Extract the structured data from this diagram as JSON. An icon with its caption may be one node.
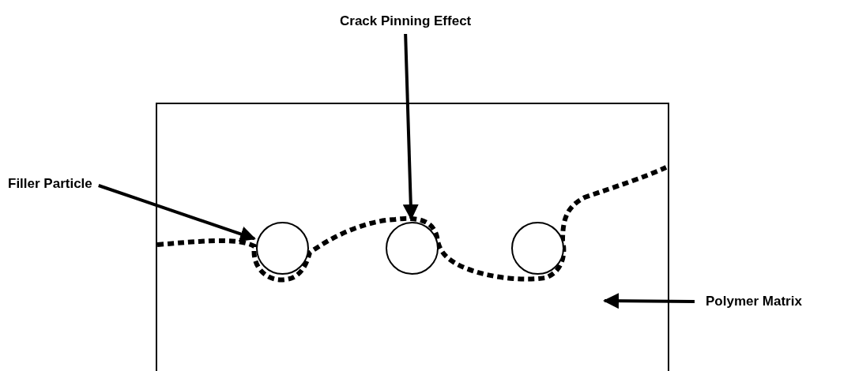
{
  "diagram": {
    "nodes": [
      {
        "text": [
          "Crack Pinning Effect"
        ]
      },
      {
        "text": [
          "Filler Particle"
        ]
      },
      {
        "text": [
          "Polymer Matrix"
        ]
      },
      {
        "text": [],
        "shape": "box"
      },
      {
        "text": [],
        "shape": "circle",
        "in": 3
      },
      {
        "text": [],
        "shape": "circle",
        "in": 3
      },
      {
        "text": [],
        "shape": "circle",
        "in": 3
      }
    ],
    "edges": [
      {
        "from": 0,
        "to": 5,
        "arrow": "to"
      },
      {
        "from": 1,
        "to": 4,
        "arrow": "to"
      },
      {
        "from": 2,
        "to": null,
        "arrow": "to"
      }
    ]
  }
}
